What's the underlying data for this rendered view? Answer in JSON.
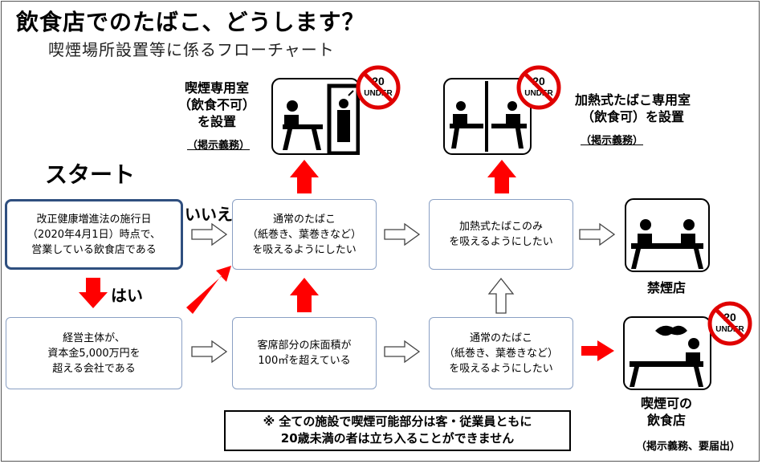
{
  "title": "飲食店でのたばこ、どうします？",
  "subtitle": "喫煙場所設置等に係るフローチャート",
  "start_label": "スタート",
  "label_yes": "はい",
  "label_no": "いいえ",
  "nodes": {
    "start": "改正健康増進法の施行日\n（2020年4月1日）時点で、\n営業している飲食店である",
    "capital": "経営主体が、\n資本金5,000万円を\n超える会社である",
    "normal_top": "通常のたばこ\n（紙巻き、葉巻きなど）\nを吸えるようにしたい",
    "floor_area": "客席部分の床面積が\n100㎡を超えている",
    "heated_only": "加熱式たばこのみ\nを吸えるようにしたい",
    "normal_bottom": "通常のたばこ\n（紙巻き、葉巻きなど）\nを吸えるようにしたい"
  },
  "outcomes": {
    "smoking_room": {
      "label": "喫煙専用室\n（飲食不可）\nを設置",
      "note": "（掲示義務）"
    },
    "heated_room": {
      "label": "加熱式たばこ専用室\n（飲食可）を設置",
      "note": "（掲示義務）"
    },
    "nonsmoking": {
      "label": "禁煙店"
    },
    "smoking_allowed": {
      "label": "喫煙可の\n飲食店",
      "note": "（掲示義務、要届出）"
    }
  },
  "badge": {
    "age": "20",
    "word": "UNDER"
  },
  "notice": "※ 全ての施設で喫煙可能部分は客・従業員ともに\n20歳未満の者は立ち入ることができません",
  "colors": {
    "arrow_red": "#ff0000",
    "box_border": "#8aa0c4",
    "start_border": "#2f4f7f",
    "badge_red": "#e00000"
  }
}
